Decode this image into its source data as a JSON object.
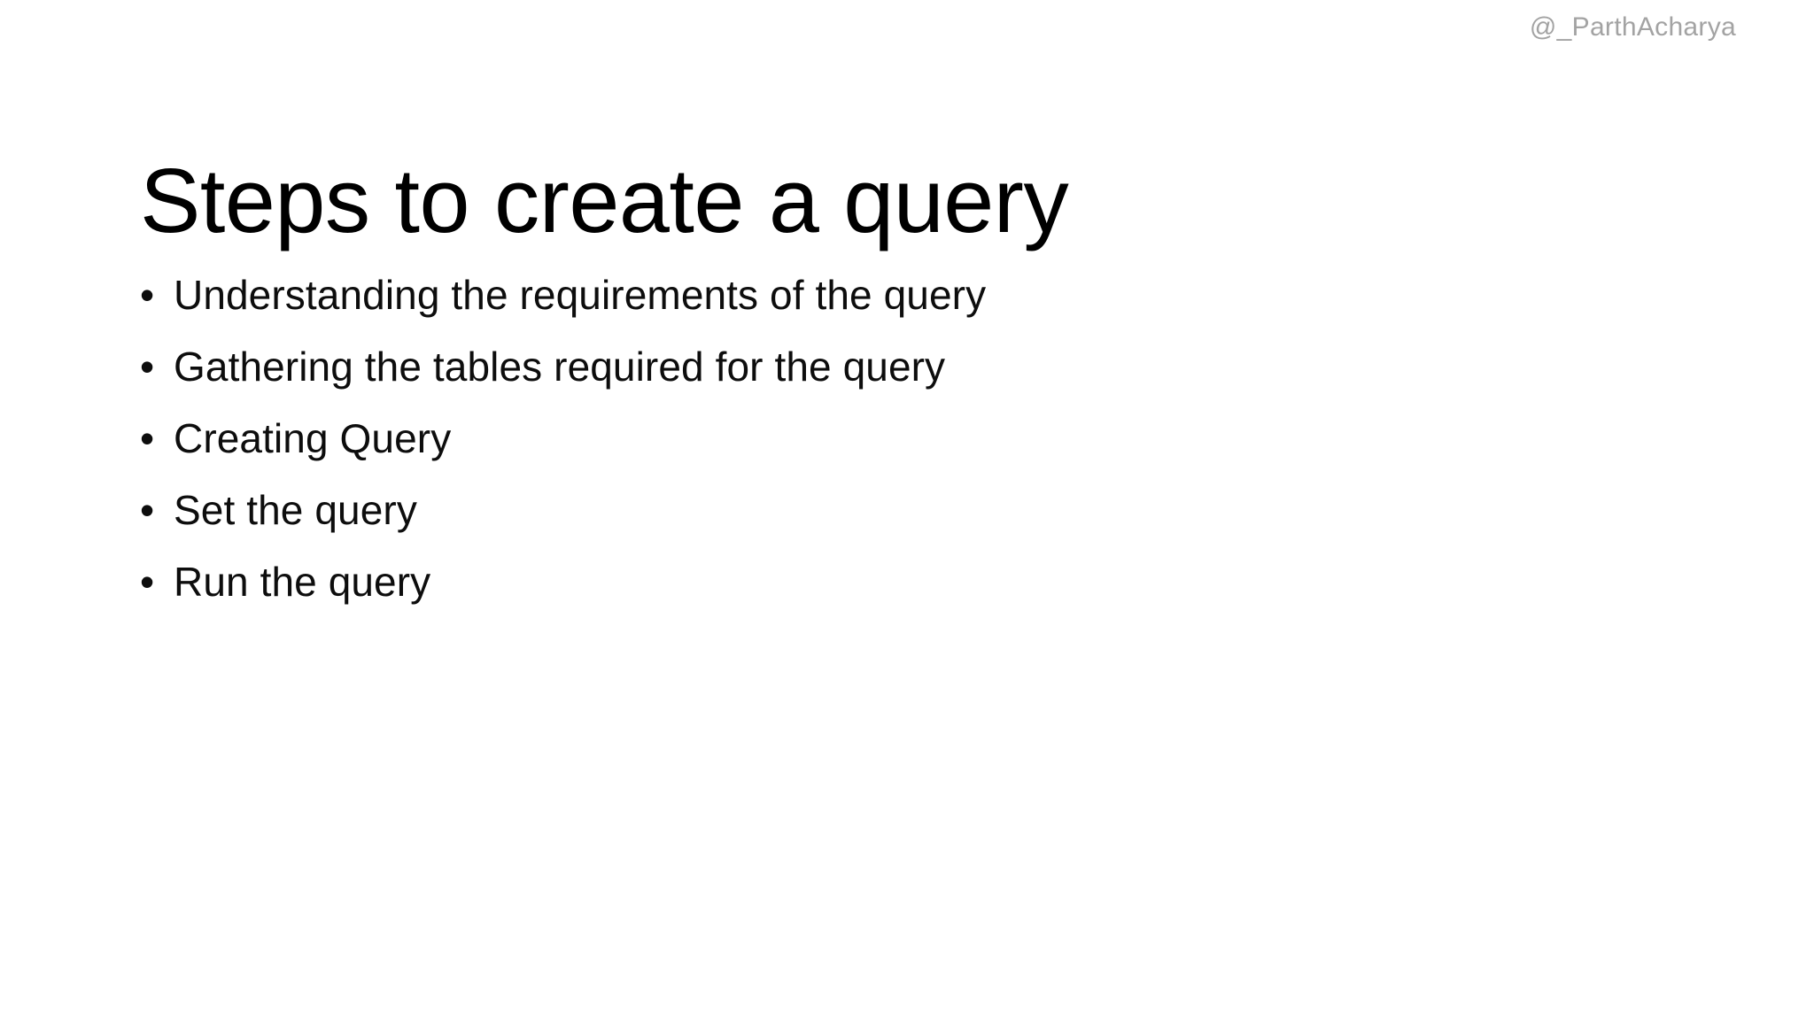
{
  "slide": {
    "background_color": "#ffffff",
    "watermark": {
      "text": "@_ParthAcharya",
      "color": "#a3a3a3"
    },
    "title": "Steps to create a query",
    "title_color": "#000000",
    "bullet_marker": "•",
    "body_color": "#0d0d0d",
    "bullets": [
      {
        "text": "Understanding the requirements of the query"
      },
      {
        "text": "Gathering the tables required for the query"
      },
      {
        "text": "Creating Query"
      },
      {
        "text": "Set the query"
      },
      {
        "text": "Run the query"
      }
    ]
  }
}
